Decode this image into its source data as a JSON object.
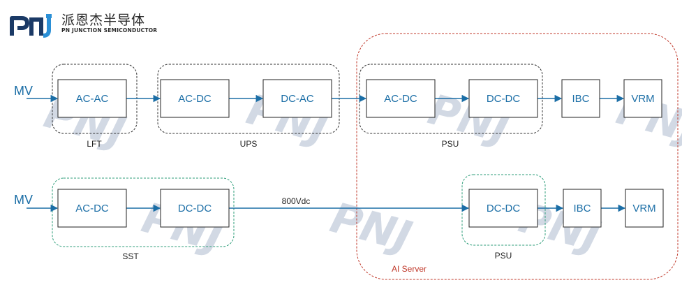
{
  "logo": {
    "mark": "PNJ",
    "name_cn": "派恩杰半导体",
    "name_en": "PN JUNCTION SEMICONDUCTOR"
  },
  "inputs": {
    "top": "MV",
    "bottom": "MV"
  },
  "top_row": {
    "blocks": [
      "AC-AC",
      "AC-DC",
      "DC-AC",
      "AC-DC",
      "DC-DC",
      "IBC",
      "VRM"
    ],
    "groups": [
      "LFT",
      "UPS",
      "PSU"
    ]
  },
  "bottom_row": {
    "blocks": [
      "AC-DC",
      "DC-DC",
      "DC-DC",
      "IBC",
      "VRM"
    ],
    "groups": [
      "SST",
      "PSU"
    ],
    "bus_label": "800Vdc"
  },
  "server_label": "AI Server",
  "watermark": "PNJ",
  "colors": {
    "block_text": "#1b6ea6",
    "line": "#1b6ea6",
    "group_dash_dark": "#333333",
    "group_dash_green": "#2e9e7a",
    "server_dash": "#c0392b",
    "watermark": "#7f93b4"
  }
}
